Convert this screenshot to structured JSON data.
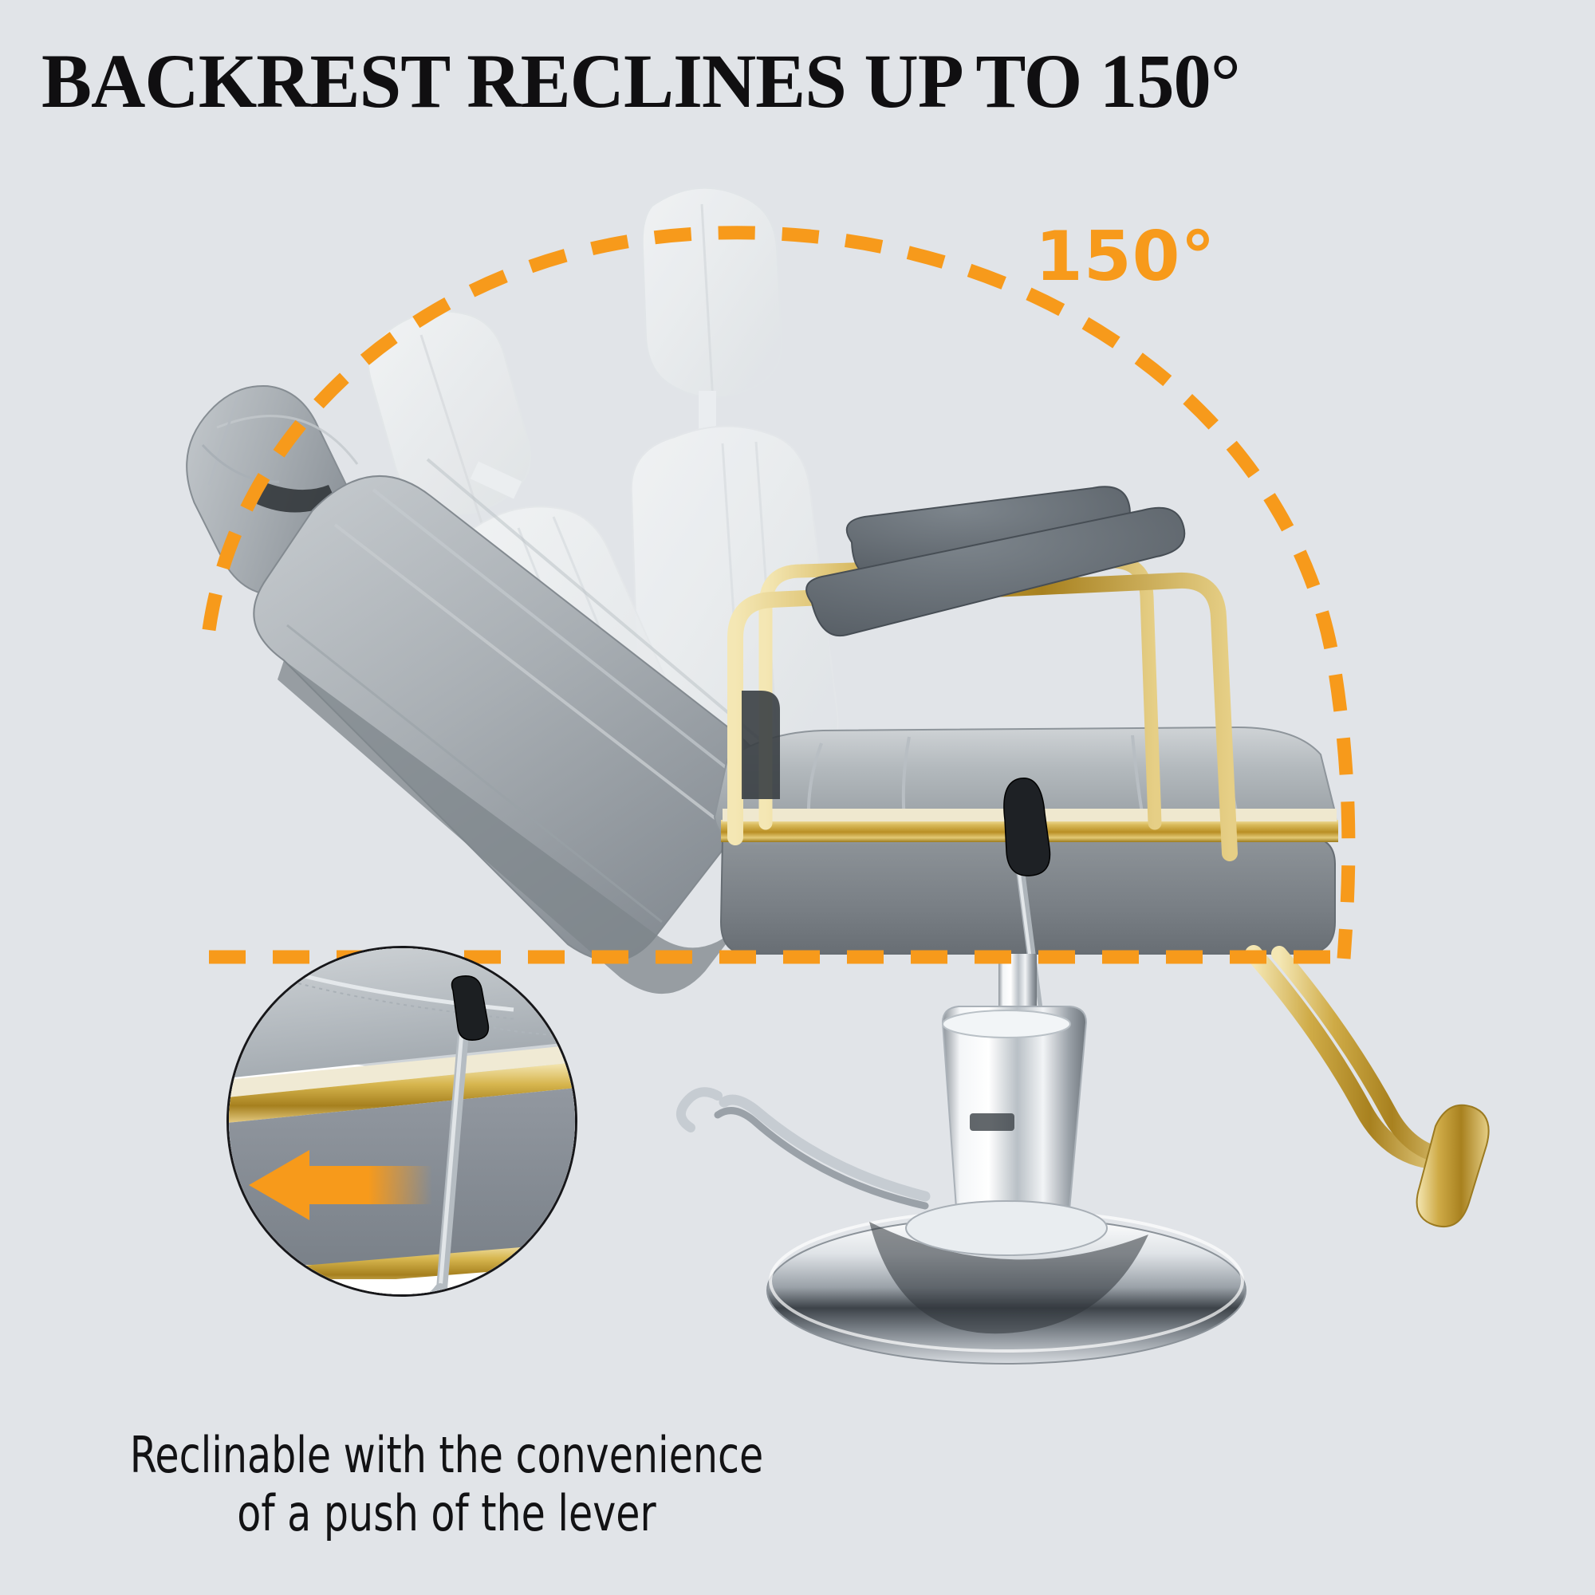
{
  "page": {
    "background_color": "#e1e4e8",
    "accent_orange": "#f79a1b",
    "gold": "#c8a43c",
    "upholstery_gray": "#9aa0a5",
    "chrome": "#d7dadd"
  },
  "header": {
    "title": "BACKREST RECLINES UP TO 150°"
  },
  "diagram": {
    "angle_label": "150°",
    "arc_color": "#f79a1b",
    "baseline_label": "",
    "positions": [
      {
        "name": "reclined-backrest",
        "state": "solid",
        "angle_deg": 150
      },
      {
        "name": "mid-backrest",
        "state": "ghost",
        "angle_deg": 120
      },
      {
        "name": "upright-backrest",
        "state": "ghost",
        "angle_deg": 90
      }
    ]
  },
  "inset": {
    "arrow_direction": "left",
    "arrow_color": "#f89a1d",
    "highlight": "recline-release-lever"
  },
  "caption": {
    "line1": "Reclinable with the convenience",
    "line2": "of a push of the lever"
  },
  "chair": {
    "parts": [
      "headrest",
      "backrest",
      "armrest-pad",
      "armrest-frame",
      "seat-cushion",
      "seat-base",
      "recline-lever",
      "hydraulic-cylinder",
      "pump-pedal",
      "round-base",
      "footrest"
    ]
  }
}
